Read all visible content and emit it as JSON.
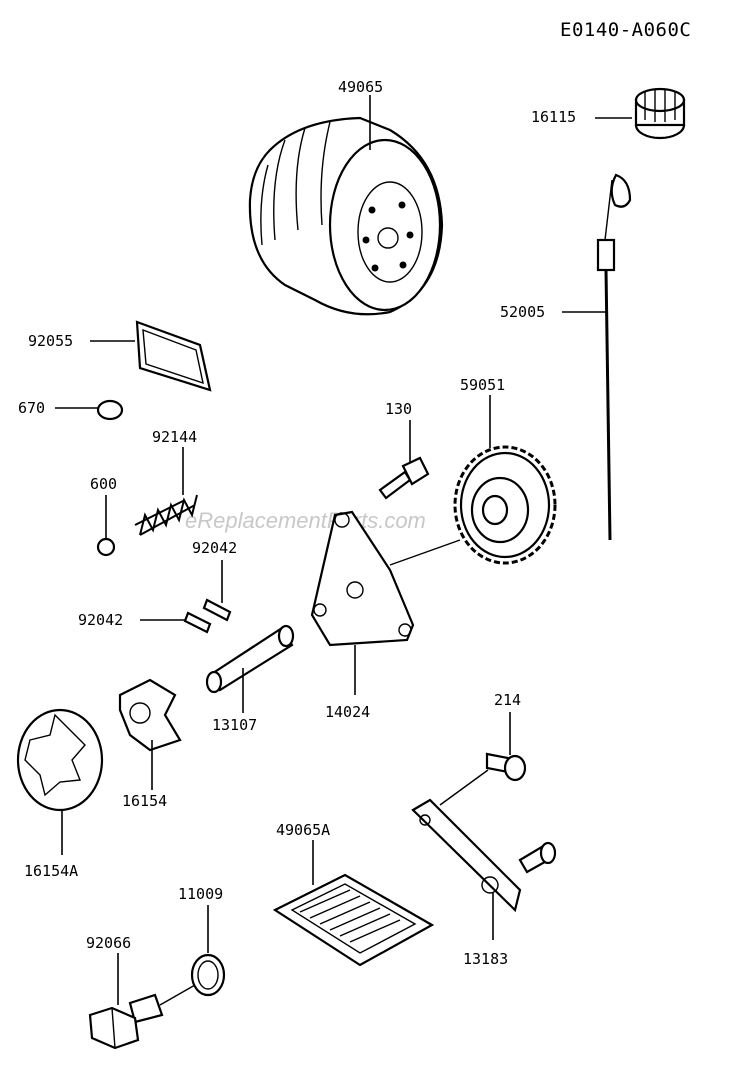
{
  "diagram_code": "E0140-A060C",
  "watermark": "eReplacementParts.com",
  "parts": {
    "oil_filter": "49065",
    "oil_cap": "16115",
    "dipstick": "52005",
    "gasket_plate": "92055",
    "o_ring_small": "670",
    "spring": "92144",
    "ball": "600",
    "pin_upper": "92042",
    "pin_lower": "92042",
    "bolt_130": "130",
    "gear": "59051",
    "shaft": "13107",
    "cover_plate": "14024",
    "rotor_inner": "16154",
    "rotor_outer": "16154A",
    "bolt_214": "214",
    "strainer": "49065A",
    "bracket": "13183",
    "washer": "11009",
    "drain_plug": "92066"
  }
}
